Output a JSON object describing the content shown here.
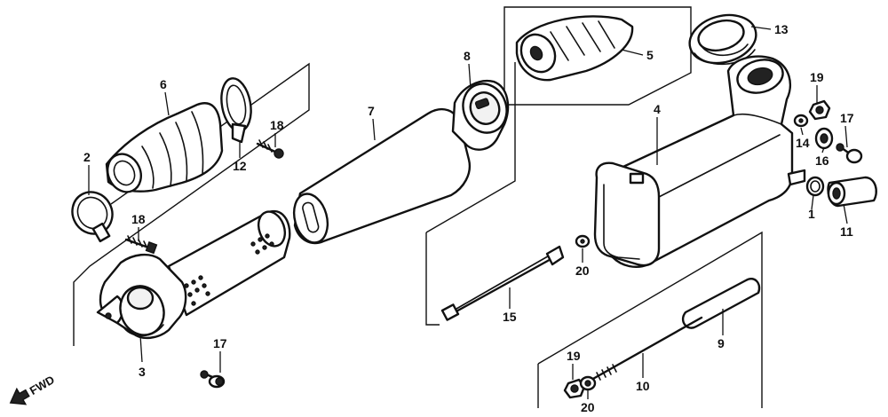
{
  "callouts": {
    "c1": "1",
    "c2": "2",
    "c3": "3",
    "c4": "4",
    "c5": "5",
    "c6": "6",
    "c7": "7",
    "c8": "8",
    "c9": "9",
    "c10": "10",
    "c11": "11",
    "c12": "12",
    "c13": "13",
    "c14": "14",
    "c15": "15",
    "c16": "16",
    "c17a": "17",
    "c17b": "17",
    "c18a": "18",
    "c18b": "18",
    "c19a": "19",
    "c19b": "19",
    "c20a": "20",
    "c20b": "20"
  },
  "direction": {
    "label": "FWD"
  },
  "colors": {
    "ink": "#111111",
    "paper": "#ffffff"
  }
}
